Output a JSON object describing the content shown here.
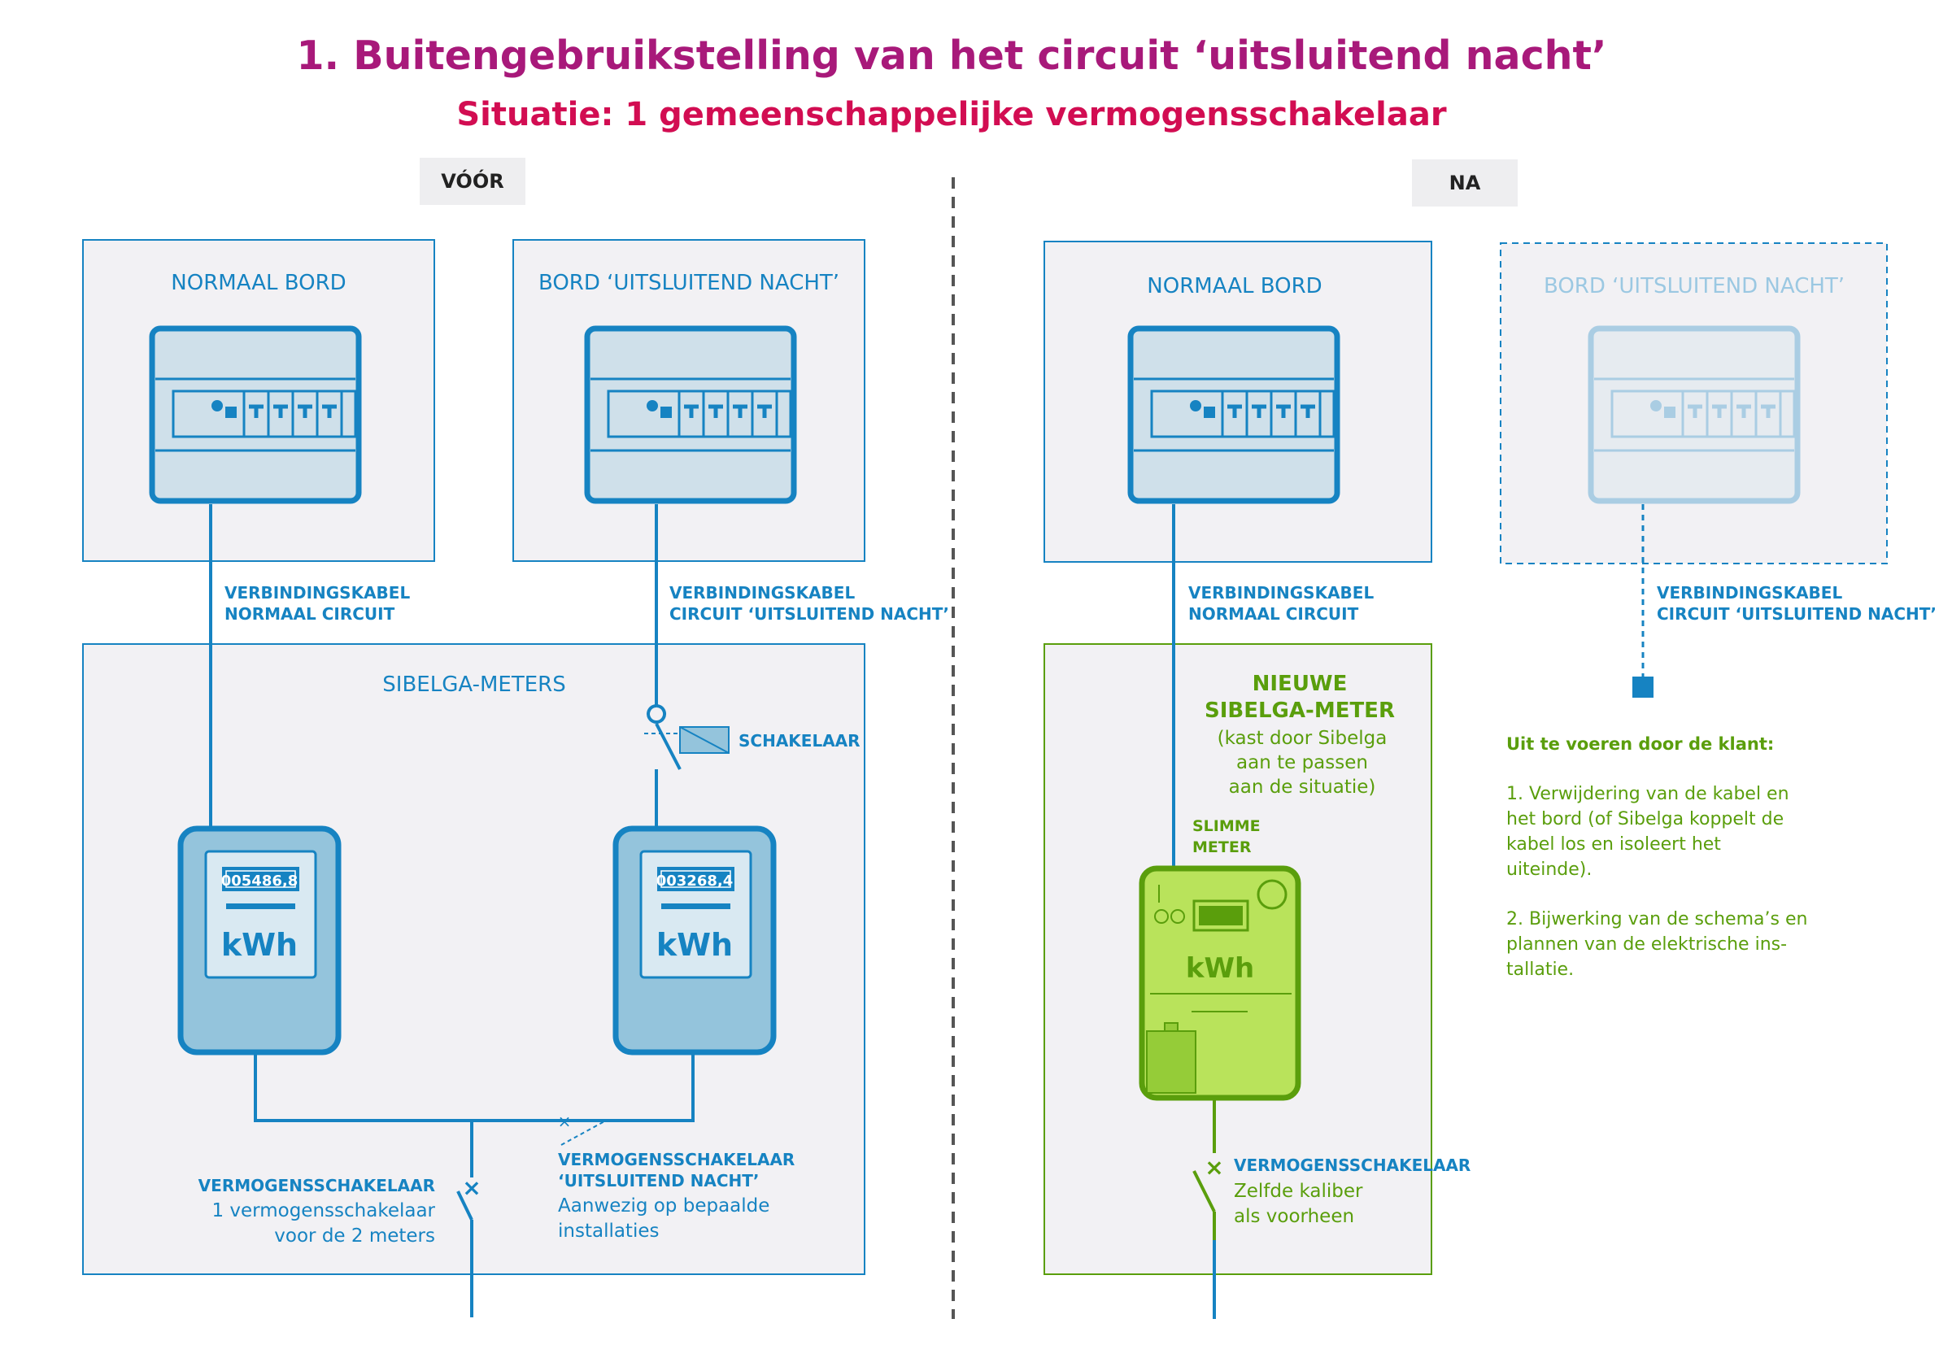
{
  "title": "1. Buitengebruikstelling van het circuit ‘uitsluitend nacht’",
  "subtitle": "Situatie: 1 gemeenschappelijke vermogensschakelaar",
  "before": {
    "tag": "VÓÓR",
    "board_normal": "NORMAAL BORD",
    "board_night": "BORD ‘UITSLUITEND NACHT’",
    "cable_normal": [
      "VERBINDINGSKABEL",
      "NORMAAL CIRCUIT"
    ],
    "cable_night": [
      "VERBINDINGSKABEL",
      "CIRCUIT ‘UITSLUITEND NACHT’"
    ],
    "meters_title": "SIBELGA-METERS",
    "switch_label": "SCHAKELAAR",
    "meter1_reading": "005486,8",
    "meter2_reading": "003268,4",
    "meter_unit": "kWh",
    "breaker_common": [
      "VERMOGENSSCHAKELAAR",
      "1 vermogensschakelaar",
      "voor de 2 meters"
    ],
    "breaker_night": [
      "VERMOGENSSCHAKELAAR",
      "‘UITSLUITEND NACHT’",
      "Aanwezig op bepaalde",
      "installaties"
    ]
  },
  "after": {
    "tag": "NA",
    "board_normal": "NORMAAL BORD",
    "board_night": "BORD ‘UITSLUITEND NACHT’",
    "cable_normal": [
      "VERBINDINGSKABEL",
      "NORMAAL CIRCUIT"
    ],
    "cable_night": [
      "VERBINDINGSKABEL",
      "CIRCUIT ‘UITSLUITEND NACHT’"
    ],
    "new_meter_title": [
      "NIEUWE",
      "SIBELGA-METER"
    ],
    "new_meter_note": [
      "(kast door Sibelga",
      "aan te passen",
      "aan de situatie)"
    ],
    "smart_meter": [
      "SLIMME",
      "METER"
    ],
    "meter_unit": "kWh",
    "breaker": [
      "VERMOGENSSCHAKELAAR",
      "Zelfde kaliber",
      "als voorheen"
    ],
    "client_heading": "Uit te voeren door de klant:",
    "client_steps": [
      "1. Verwijdering van de kabel en",
      "het bord (of Sibelga koppelt de",
      "kabel los en isoleert het",
      "uiteinde).",
      "",
      "2. Bijwerking van de schema’s en",
      "plannen van de elektrische ins-",
      "tallatie."
    ]
  },
  "colors": {
    "title": "#a8197a",
    "subtitle": "#d20d52",
    "blue": "#1683c2",
    "green": "#5a9e0c",
    "panel": "#f2f1f4"
  }
}
